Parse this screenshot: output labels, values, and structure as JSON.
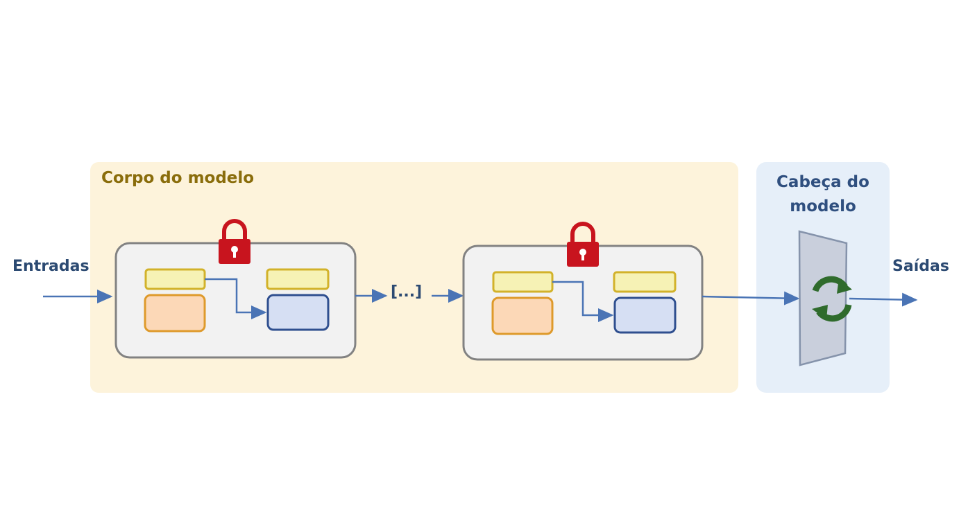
{
  "body_region": {
    "title": "Corpo do modelo",
    "fill_color": "#fdf3db",
    "title_color": "#8a6d0b"
  },
  "head_region": {
    "title": "Cabeça do\nmodelo",
    "fill_color": "#e6eff9",
    "title_color": "#2f4f7f"
  },
  "input_label": "Entradas",
  "output_label": "Saídas",
  "ellipsis_label": "[...]",
  "layer_blocks": [
    {
      "locked": true,
      "lock_icon": "padlock-icon"
    },
    {
      "locked": true,
      "lock_icon": "padlock-icon"
    }
  ],
  "head_icon": "refresh-cycle-icon",
  "colors": {
    "arrow": "#4a74b5",
    "lock": "#c8141e",
    "yellow_block": "#f6f2b5",
    "orange_block": "#fcd8b7",
    "blue_block": "#d6dff3",
    "refresh": "#2f6b2c"
  }
}
